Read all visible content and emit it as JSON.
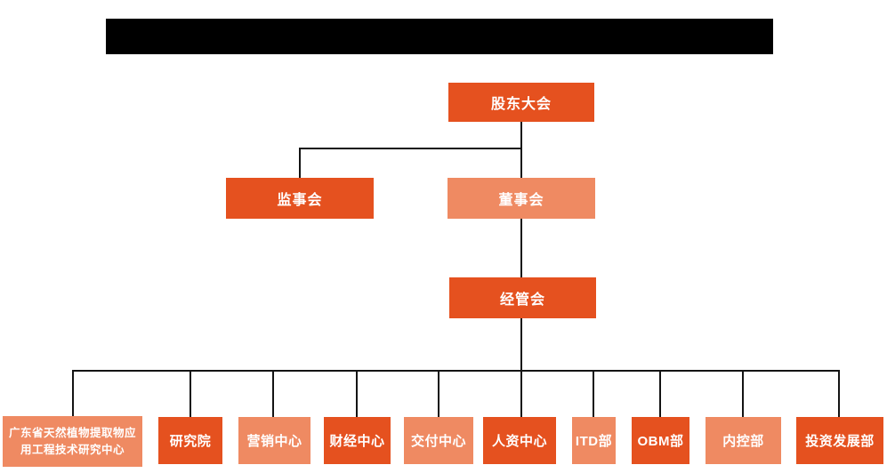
{
  "colors": {
    "box_primary": "#E5511F",
    "box_secondary": "#EF8A62",
    "connector_line": "#141414",
    "redaction_bar": "#000000",
    "box_text": "#FFFFFF",
    "background": "#FFFFFF"
  },
  "org_chart": {
    "level1": [
      {
        "id": "shareholders-meeting",
        "label": "股东大会",
        "variant": "primary"
      }
    ],
    "level2": [
      {
        "id": "supervisory-board",
        "label": "监事会",
        "variant": "primary"
      },
      {
        "id": "board-of-directors",
        "label": "董事会",
        "variant": "secondary"
      }
    ],
    "level3": [
      {
        "id": "management-committee",
        "label": "经管会",
        "variant": "primary"
      }
    ],
    "level4": [
      {
        "id": "guangdong-natural-plant-extract-engineering-center",
        "label": "广东省天然植物提取物应\n用工程技术研究中心",
        "variant": "secondary"
      },
      {
        "id": "research-institute",
        "label": "研究院",
        "variant": "primary"
      },
      {
        "id": "marketing-center",
        "label": "营销中心",
        "variant": "secondary"
      },
      {
        "id": "finance-center",
        "label": "财经中心",
        "variant": "primary"
      },
      {
        "id": "delivery-center",
        "label": "交付中心",
        "variant": "secondary"
      },
      {
        "id": "hr-center",
        "label": "人资中心",
        "variant": "primary"
      },
      {
        "id": "itd-department",
        "label": "ITD部",
        "variant": "secondary"
      },
      {
        "id": "obm-department",
        "label": "OBM部",
        "variant": "primary"
      },
      {
        "id": "internal-control-department",
        "label": "内控部",
        "variant": "secondary"
      },
      {
        "id": "investment-development-department",
        "label": "投资发展部",
        "variant": "primary"
      }
    ]
  }
}
